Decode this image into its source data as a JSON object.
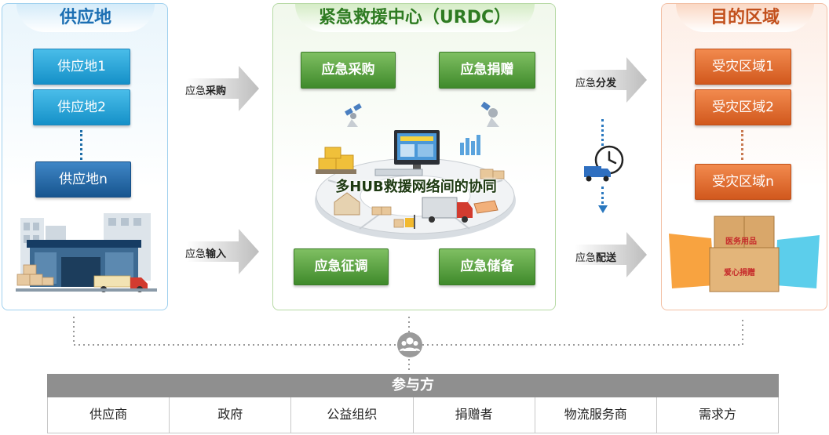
{
  "supply": {
    "title": "供应地",
    "items": [
      "供应地1",
      "供应地2"
    ],
    "item_last": "供应地n"
  },
  "center": {
    "title": "紧急救援中心（URDC）",
    "btn_purchase": "应急采购",
    "btn_donate": "应急捐赠",
    "btn_requisition": "应急征调",
    "btn_reserve": "应急储备",
    "hub_label": "多HUB救援网络间的协同"
  },
  "dest": {
    "title": "目的区域",
    "items": [
      "受灾区域1",
      "受灾区域2"
    ],
    "item_last": "受灾区域n",
    "box_top": "医务用品",
    "box_bottom": "爱心捐赠"
  },
  "flows": {
    "purchase_prefix": "应急",
    "purchase_bold": "采购",
    "input_prefix": "应急",
    "input_bold": "输入",
    "distribute_prefix": "应急",
    "distribute_bold": "分发",
    "deliver_prefix": "应急",
    "deliver_bold": "配送"
  },
  "participants": {
    "title": "参与方",
    "items": [
      "供应商",
      "政府",
      "公益组织",
      "捐赠者",
      "物流服务商",
      "需求方"
    ]
  },
  "colors": {
    "supply": "#1c6fb3",
    "center": "#2e7b22",
    "dest": "#c2501c",
    "participants_header": "#8f8f8f"
  }
}
